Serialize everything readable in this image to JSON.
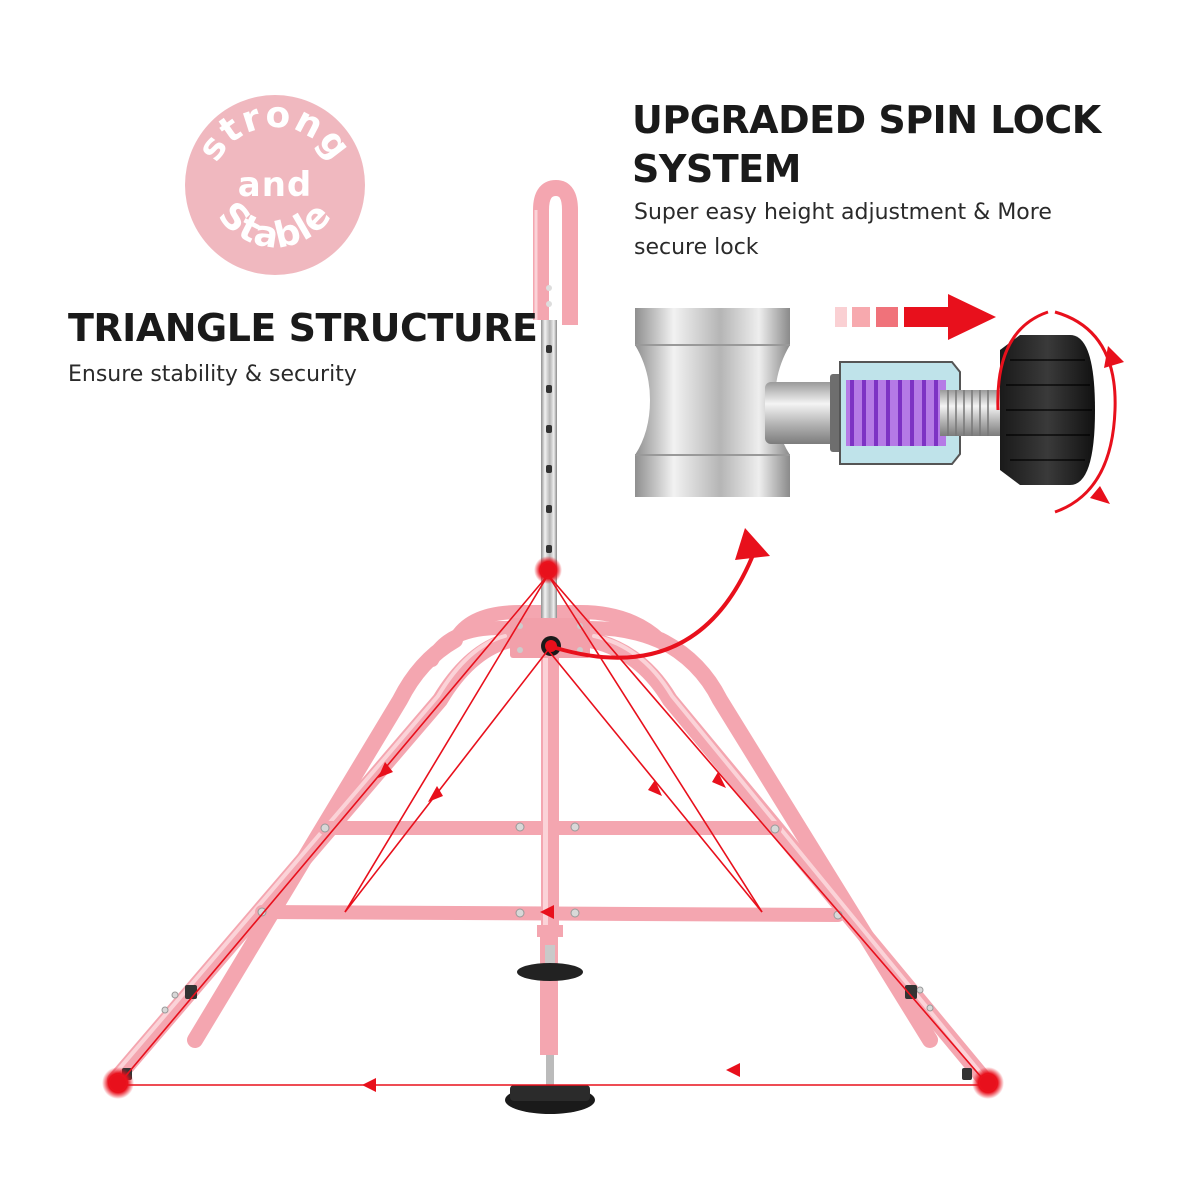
{
  "badge": {
    "top_word": "strong",
    "middle_word": "and",
    "bottom_word": "Stable"
  },
  "left_feature": {
    "heading": "TRIANGLE STRUCTURE",
    "subtext": "Ensure stability & security"
  },
  "right_feature": {
    "heading": "UPGRADED SPIN LOCK SYSTEM",
    "subtext": "Super easy height adjustment & More secure lock"
  },
  "colors": {
    "frame_pink": "#f4a6b0",
    "accent_red": "#e8101c",
    "badge_pink": "#f0b8bf",
    "spring_purple": "#9b4fd0"
  }
}
